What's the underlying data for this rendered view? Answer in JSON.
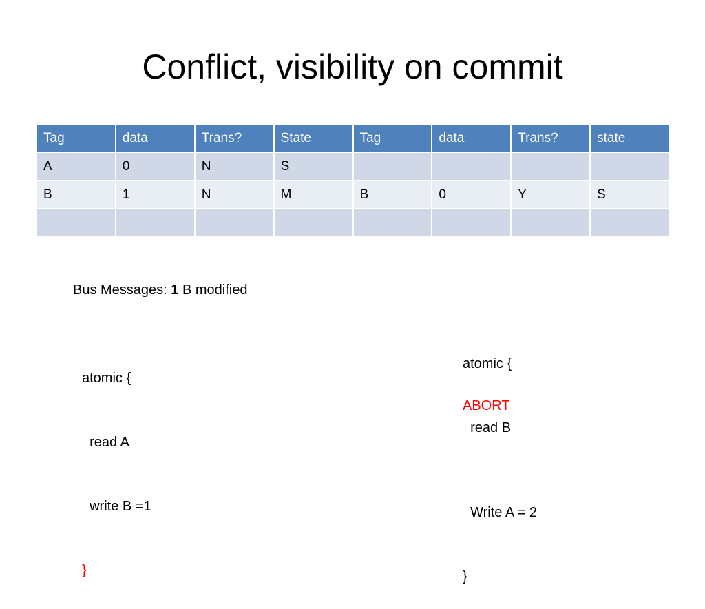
{
  "slide": {
    "title": "Conflict, visibility on commit"
  },
  "table": {
    "headers": [
      "Tag",
      "data",
      "Trans?",
      "State",
      "Tag",
      "data",
      "Trans?",
      "state"
    ],
    "rows": [
      [
        "A",
        "0",
        "N",
        "S",
        "",
        "",
        "",
        ""
      ],
      [
        "B",
        "1",
        "N",
        "M",
        "B",
        "0",
        "Y",
        "S"
      ],
      [
        "",
        "",
        "",
        "",
        "",
        "",
        "",
        ""
      ]
    ]
  },
  "bus_messages": {
    "label": "Bus Messages: ",
    "count": "1",
    "text": " B modified"
  },
  "left_code": {
    "line1": "atomic {",
    "line2": "  read A",
    "line3": "  write B =1",
    "close": "}"
  },
  "right_code": {
    "line1": "atomic {",
    "line2": "  read B",
    "abort": "ABORT",
    "line3": "  Write A = 2",
    "close": "}"
  },
  "colors": {
    "header_bg": "#4f81bd",
    "row_odd_bg": "#d0d8e8",
    "row_even_bg": "#e9edf4",
    "highlight_red": "#ff0000"
  }
}
